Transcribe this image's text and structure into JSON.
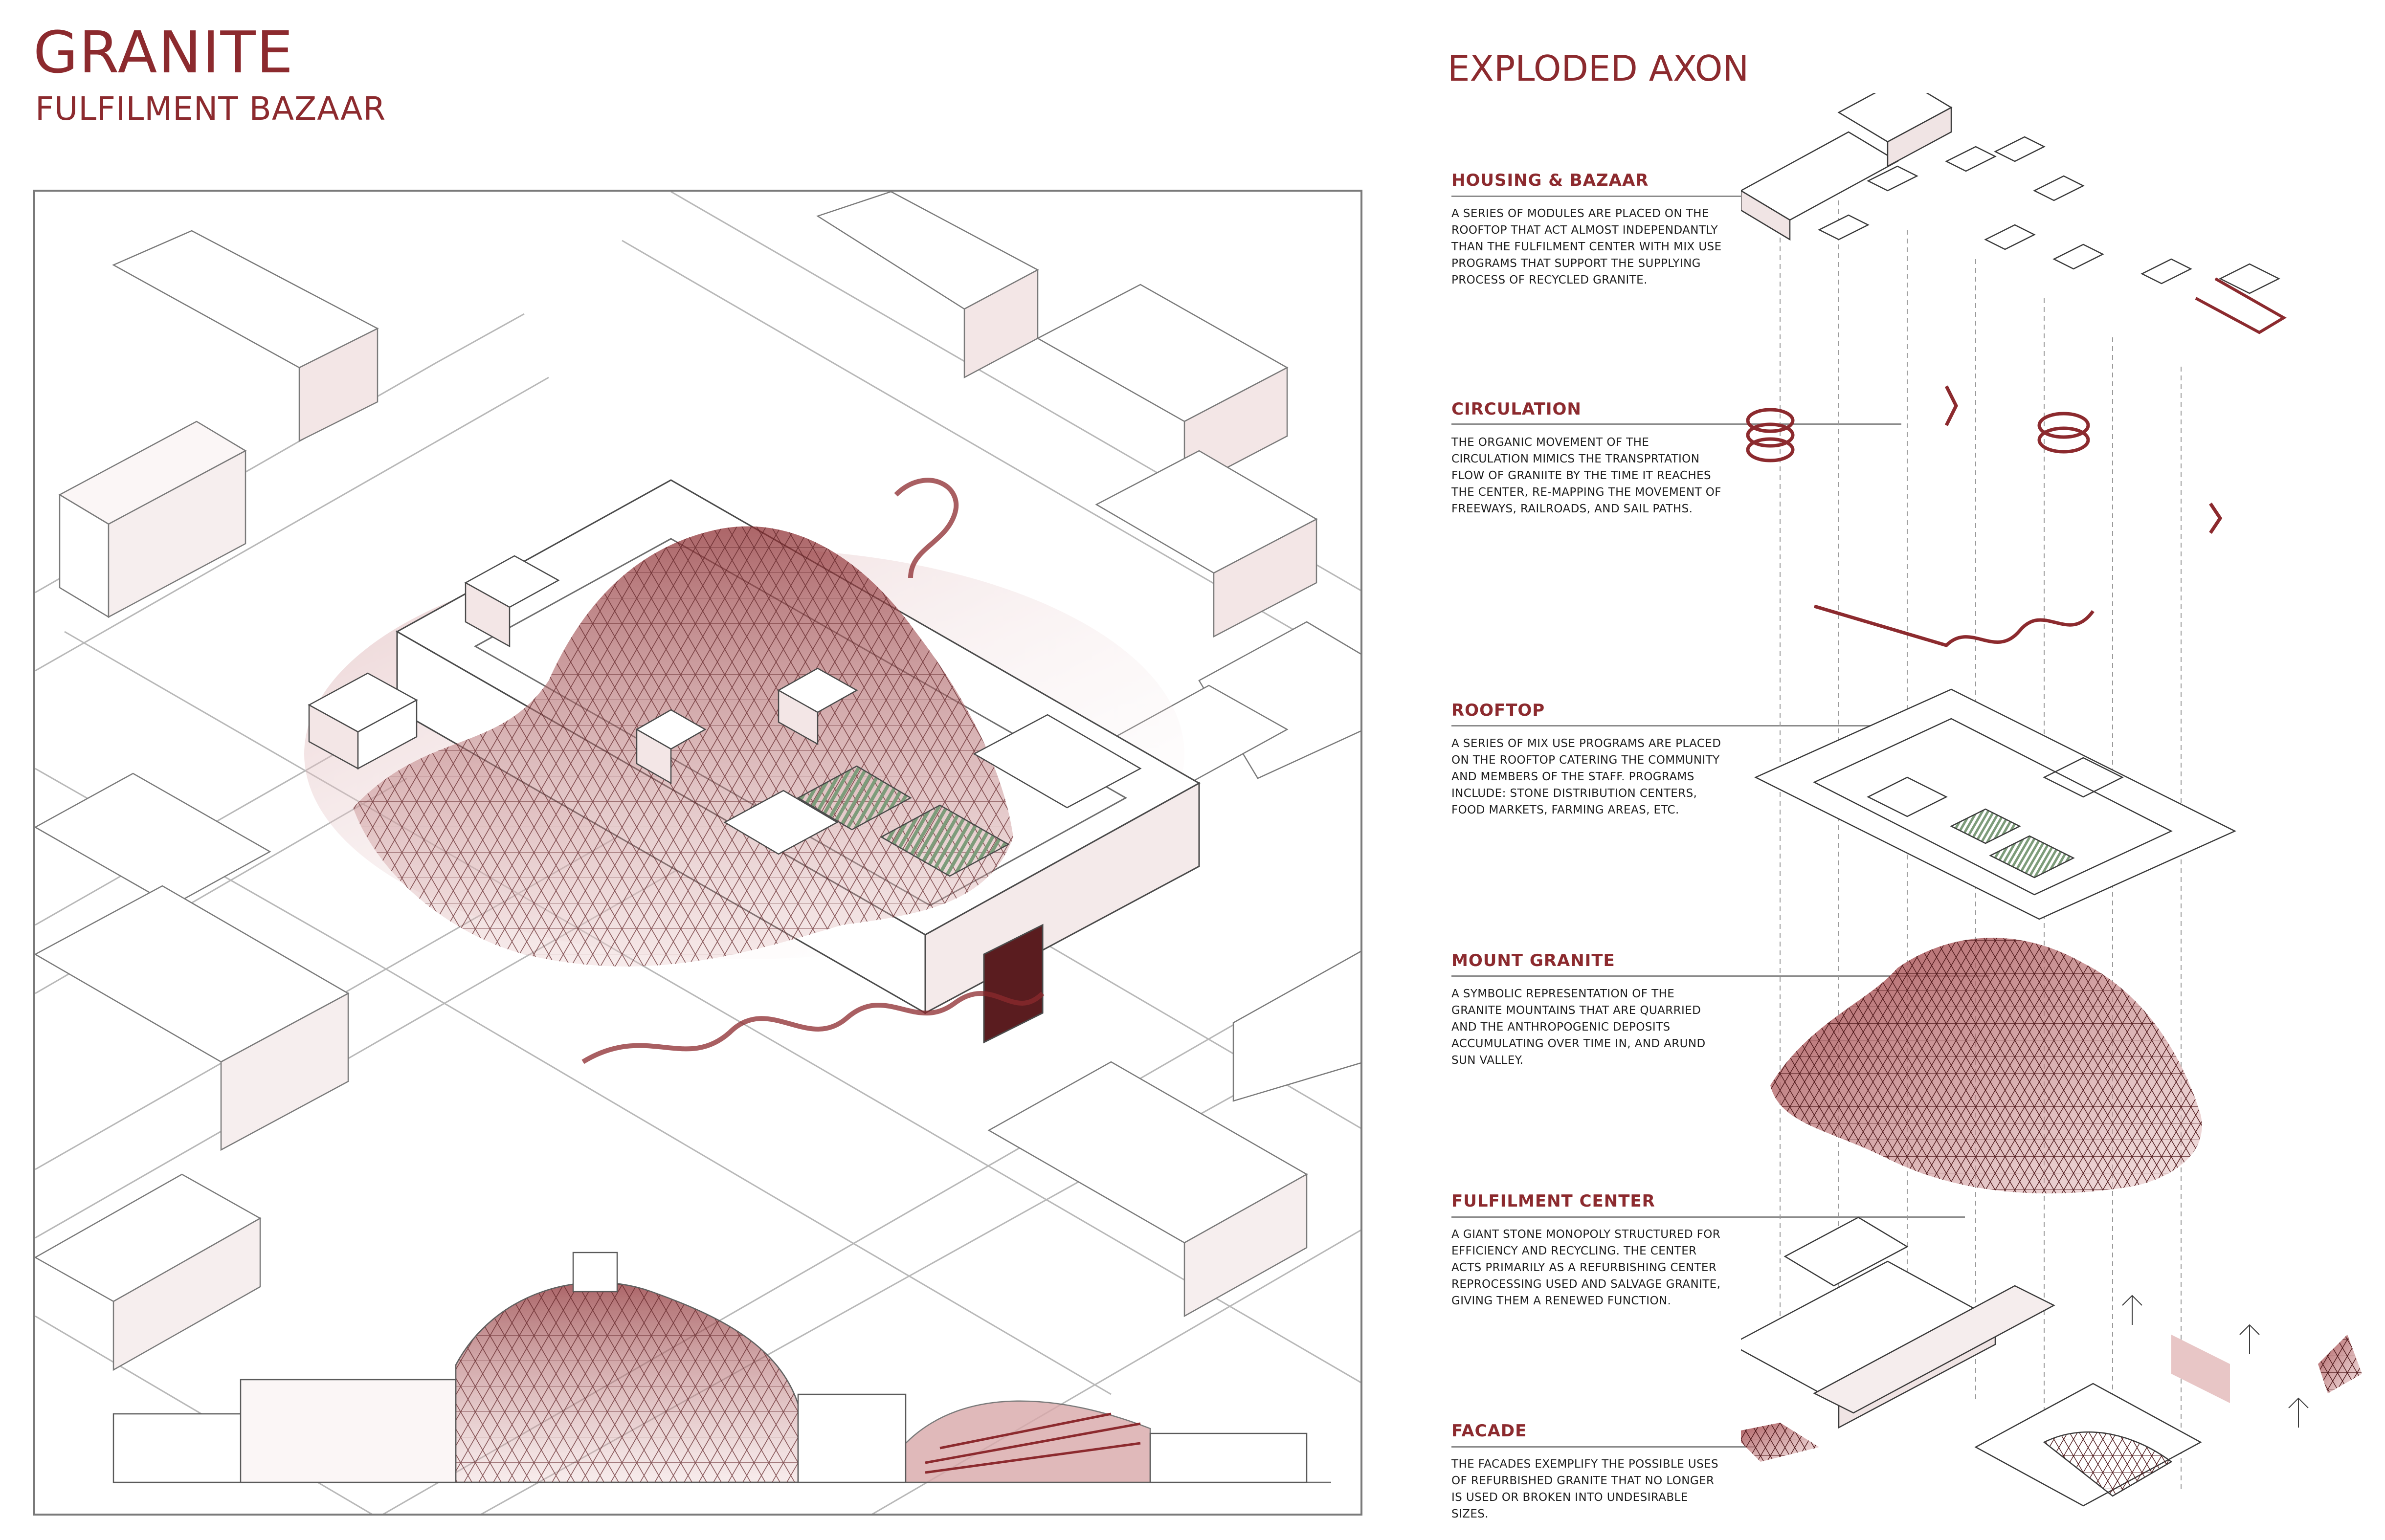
{
  "header": {
    "title": "GRANITE",
    "subtitle": "FULFILMENT BAZAAR"
  },
  "axon": {
    "title": "EXPLODED AXON",
    "sections": [
      {
        "heading": "HOUSING & BAZAAR",
        "body": "A SERIES OF MODULES ARE PLACED ON THE ROOFTOP THAT ACT ALMOST INDEPENDANTLY THAN THE FULFILMENT CENTER WITH MIX USE PROGRAMS THAT SUPPORT THE SUPPLYING PROCESS OF RECYCLED GRANITE."
      },
      {
        "heading": "CIRCULATION",
        "body": "THE ORGANIC MOVEMENT OF THE CIRCULATION MIMICS THE TRANSPRTATION FLOW OF GRANIITE BY THE TIME IT REACHES THE CENTER, RE-MAPPING THE MOVEMENT OF FREEWAYS, RAILROADS, AND SAIL PATHS."
      },
      {
        "heading": "ROOFTOP",
        "body": "A SERIES OF MIX USE PROGRAMS ARE PLACED ON THE ROOFTOP CATERING THE COMMUNITY AND MEMBERS OF THE STAFF. PROGRAMS INCLUDE: STONE DISTRIBUTION CENTERS, FOOD MARKETS, FARMING AREAS, ETC."
      },
      {
        "heading": "MOUNT GRANITE",
        "body": "A SYMBOLIC REPRESENTATION OF THE GRANITE MOUNTAINS THAT ARE QUARRIED AND THE ANTHROPOGENIC DEPOSITS ACCUMULATING OVER TIME IN, AND ARUND SUN VALLEY."
      },
      {
        "heading": "FULFILMENT CENTER",
        "body": "A GIANT STONE MONOPOLY STRUCTURED FOR EFFICIENCY AND RECYCLING. THE CENTER ACTS PRIMARILY AS A REFURBISHING CENTER REPROCESSING USED AND SALVAGE GRANITE, GIVING THEM A RENEWED FUNCTION."
      },
      {
        "heading": "FACADE",
        "body": "THE FACADES EXEMPLIFY THE POSSIBLE USES OF REFURBISHED GRANITE THAT NO LONGER IS USED OR BROKEN INTO UNDESIRABLE SIZES."
      }
    ]
  },
  "colors": {
    "accent": "#8c2a2e",
    "accent_light": "#c98a8c",
    "line": "#9a9a9a",
    "green": "#7d9c7a"
  }
}
